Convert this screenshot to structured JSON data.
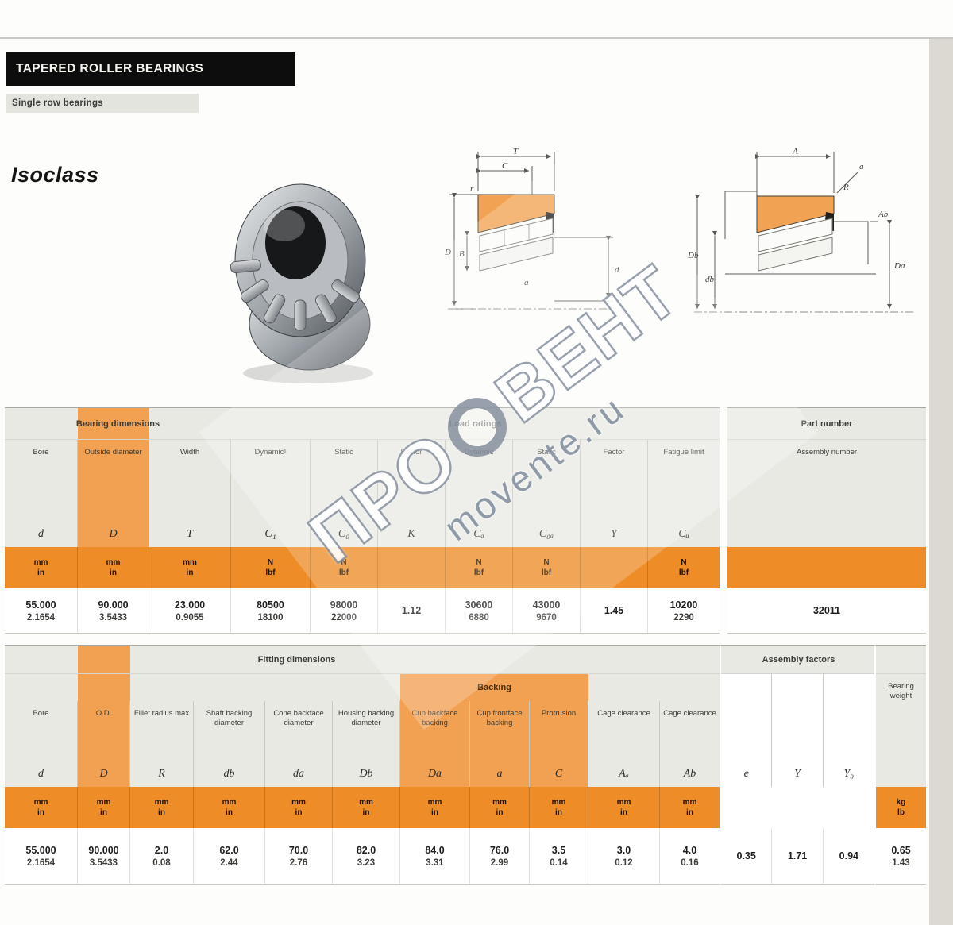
{
  "header": {
    "title": "TAPERED ROLLER BEARINGS",
    "subtitle": "Single row bearings",
    "section_heading": "Isoclass"
  },
  "watermark": {
    "part1": "ПРО",
    "part2": "ВЕНТ",
    "sub": "movente.ru"
  },
  "colors": {
    "accent_orange": "#F2A152",
    "unit_row_orange": "#EE8D28",
    "header_gray": "#E9E9E4",
    "title_bar_black": "#0D0D0D"
  },
  "diagram1": {
    "labels": {
      "t": "T",
      "c": "C",
      "d_big": "D",
      "d_small": "d",
      "b": "B",
      "a": "a",
      "r": "r"
    }
  },
  "diagram2": {
    "labels": {
      "a_dim": "A",
      "r": "R",
      "da": "Da",
      "db_cap": "Db",
      "db": "db",
      "ab": "Ab",
      "a_small": "a"
    }
  },
  "table1": {
    "group_dimensions": "Bearing dimensions",
    "group_ratings": "Load ratings",
    "right_group": "Part number",
    "right_header": "Assembly number",
    "right_value": "32011",
    "columns": [
      {
        "name": "bore",
        "label": "Bore",
        "sym": "d",
        "um": "mm",
        "ui": "in",
        "vm": "55.000",
        "vi": "2.1654"
      },
      {
        "name": "outside-diameter",
        "label": "Outside diameter",
        "sym": "D",
        "um": "mm",
        "ui": "in",
        "vm": "90.000",
        "vi": "3.5433",
        "hl": true
      },
      {
        "name": "width",
        "label": "Width",
        "sym": "T",
        "um": "mm",
        "ui": "in",
        "vm": "23.000",
        "vi": "0.9055"
      },
      {
        "name": "dynamic-radial-rating",
        "label": "Dynamic¹",
        "sym": "C₁",
        "um": "N",
        "ui": "lbf",
        "vm": "80500",
        "vi": "18100"
      },
      {
        "name": "static-radial-rating",
        "label": "Static",
        "sym": "C₀",
        "um": "N",
        "ui": "lbf",
        "vm": "98000",
        "vi": "22000"
      },
      {
        "name": "k-factor",
        "label": "Factor",
        "sym": "K",
        "um": "",
        "ui": "",
        "vm": "1.12",
        "vi": ""
      },
      {
        "name": "dynamic-thrust-rating",
        "label": "Dynamic",
        "sym": "Cₐ",
        "um": "N",
        "ui": "lbf",
        "vm": "30600",
        "vi": "6880"
      },
      {
        "name": "static-thrust-rating",
        "label": "Static",
        "sym": "C₀ₐ",
        "um": "N",
        "ui": "lbf",
        "vm": "43000",
        "vi": "9670"
      },
      {
        "name": "y-factor",
        "label": "Factor",
        "sym": "Y",
        "um": "",
        "ui": "",
        "vm": "1.45",
        "vi": ""
      },
      {
        "name": "fatigue-limit",
        "label": "Fatigue limit",
        "sym": "Cᵤ",
        "um": "N",
        "ui": "lbf",
        "vm": "10200",
        "vi": "2290"
      }
    ]
  },
  "table2": {
    "group_fitting": "Fitting dimensions",
    "band_backing": "Backing",
    "group_factors": "Assembly factors",
    "columns": [
      {
        "name": "bore",
        "label": "Bore",
        "sym": "d",
        "um": "mm",
        "ui": "in",
        "vm": "55.000",
        "vi": "2.1654"
      },
      {
        "name": "outside-diameter",
        "label": "O.D.",
        "sym": "D",
        "um": "mm",
        "ui": "in",
        "vm": "90.000",
        "vi": "3.5433",
        "hl": true
      },
      {
        "name": "fillet-radius",
        "label": "Fillet radius max",
        "sym": "R",
        "um": "mm",
        "ui": "in",
        "vm": "2.0",
        "vi": "0.08"
      },
      {
        "name": "shaft-backing-diameter",
        "label": "Shaft backing diameter",
        "sym": "db",
        "um": "mm",
        "ui": "in",
        "vm": "62.0",
        "vi": "2.44"
      },
      {
        "name": "cone-backface-diameter",
        "label": "Cone backface diameter",
        "sym": "da",
        "um": "mm",
        "ui": "in",
        "vm": "70.0",
        "vi": "2.76"
      },
      {
        "name": "housing-bore-backing",
        "label": "Housing backing diameter",
        "sym": "Db",
        "um": "mm",
        "ui": "in",
        "vm": "82.0",
        "vi": "3.23"
      },
      {
        "name": "cup-backface-backing",
        "label": "Cup backface backing",
        "sym": "Da",
        "um": "mm",
        "ui": "in",
        "vm": "84.0",
        "vi": "3.31",
        "band": true
      },
      {
        "name": "cup-frontface-backing",
        "label": "Cup frontface backing",
        "sym": "a",
        "um": "mm",
        "ui": "in",
        "vm": "76.0",
        "vi": "2.99",
        "band": true
      },
      {
        "name": "protrusion",
        "label": "Protrusion",
        "sym": "C",
        "um": "mm",
        "ui": "in",
        "vm": "3.5",
        "vi": "0.14",
        "band": true
      },
      {
        "name": "cage-clearance-a",
        "label": "Cage clearance",
        "sym": "Aₐ",
        "um": "mm",
        "ui": "in",
        "vm": "3.0",
        "vi": "0.12"
      },
      {
        "name": "cage-clearance-b",
        "label": "Cage clearance",
        "sym": "Ab",
        "um": "mm",
        "ui": "in",
        "vm": "4.0",
        "vi": "0.16"
      }
    ],
    "factors": [
      {
        "name": "factor-e",
        "sym": "e",
        "value": "0.35"
      },
      {
        "name": "factor-y",
        "sym": "Y",
        "value": "1.71"
      },
      {
        "name": "factor-y0",
        "sym": "Y₀",
        "value": "0.94"
      }
    ],
    "weight": {
      "label": "Bearing weight",
      "um": "kg",
      "ui": "lb",
      "vm": "0.65",
      "vi": "1.43"
    }
  }
}
